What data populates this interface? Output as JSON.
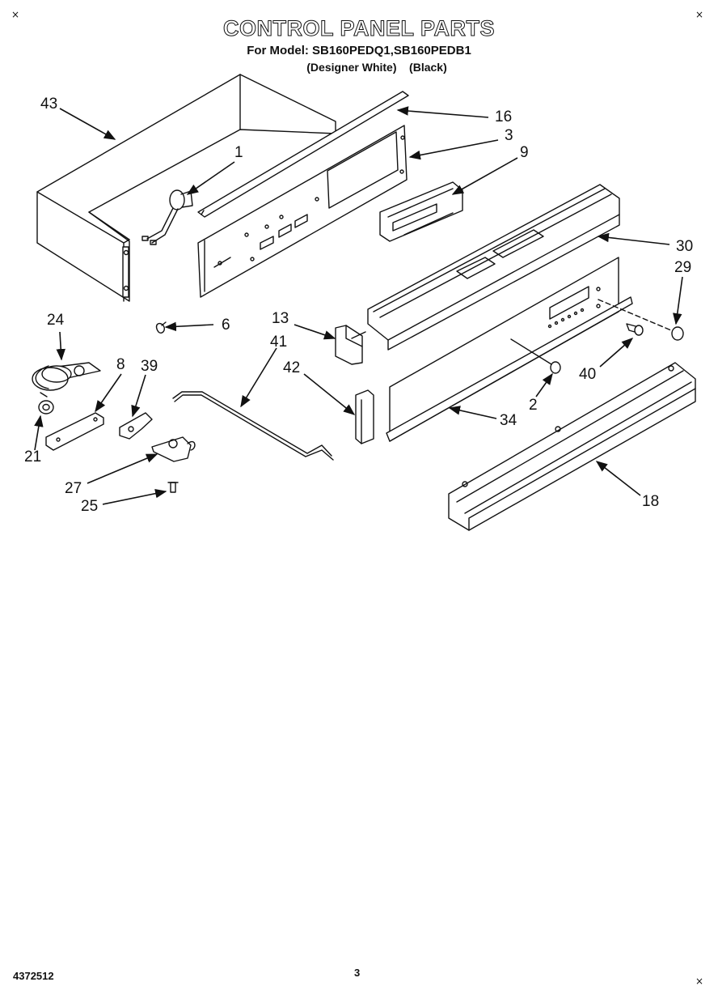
{
  "header": {
    "title": "CONTROL PANEL PARTS",
    "model_line": "For Model: SB160PEDQ1,SB160PEDB1",
    "color_line": "(Designer White)    (Black)"
  },
  "callouts": {
    "n43": "43",
    "n16": "16",
    "n1": "1",
    "n3": "3",
    "n9": "9",
    "n30": "30",
    "n29": "29",
    "n24": "24",
    "n6": "6",
    "n13": "13",
    "n41": "41",
    "n8": "8",
    "n39": "39",
    "n42": "42",
    "n40": "40",
    "n2": "2",
    "n34": "34",
    "n21": "21",
    "n27": "27",
    "n25": "25",
    "n18": "18"
  },
  "footer": {
    "doc_number": "4372512",
    "page_number": "3"
  },
  "corner_marks": {
    "symbol": "×"
  }
}
